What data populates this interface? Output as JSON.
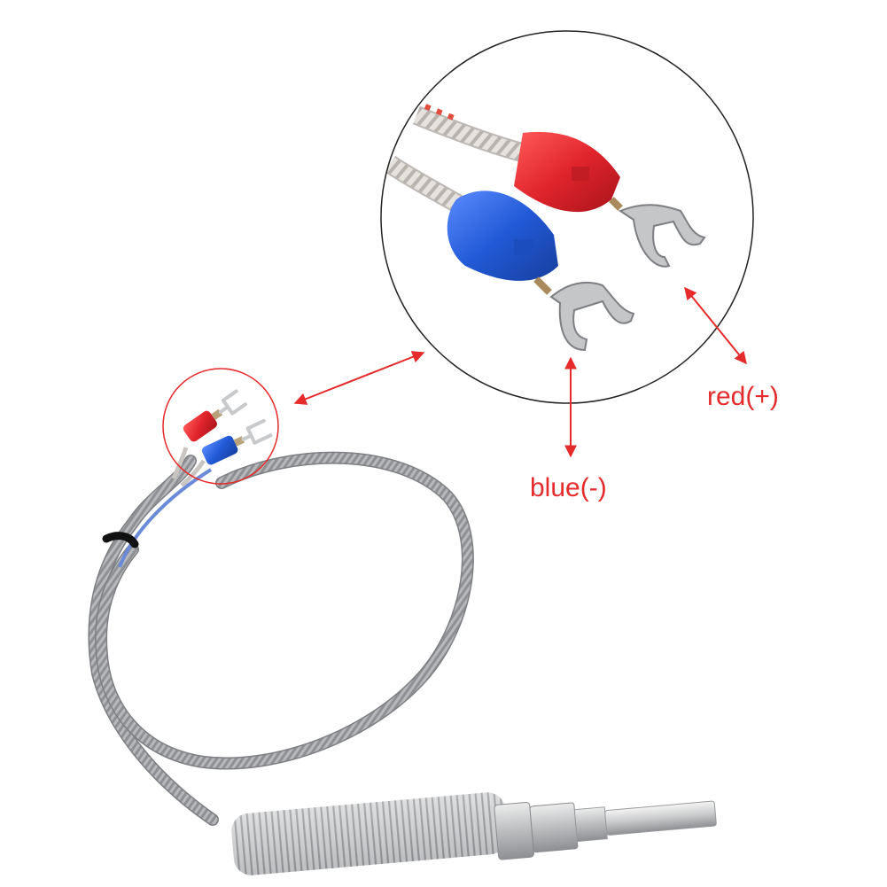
{
  "labels": {
    "red": "red(+)",
    "blue": "blue(-)"
  },
  "colors": {
    "background": "#ffffff",
    "annotation": "#e52b2b",
    "red_terminal": "#e0242c",
    "blue_terminal": "#2259d6",
    "steel_braid": "#a9abae",
    "zoom_circle": "#222222"
  },
  "icons": {
    "arrows": "double-headed-arrow"
  }
}
